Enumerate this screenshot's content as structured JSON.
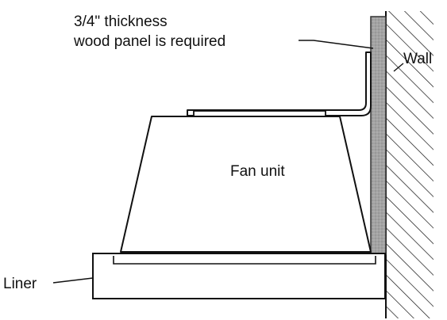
{
  "labels": {
    "panel_line1": "3/4\" thickness",
    "panel_line2": "wood panel is required",
    "wall": "Wall",
    "fan_unit": "Fan unit",
    "liner": "Liner"
  },
  "colors": {
    "ink": "#111111",
    "panel_fill": "#9a9a9a",
    "background": "#ffffff"
  }
}
